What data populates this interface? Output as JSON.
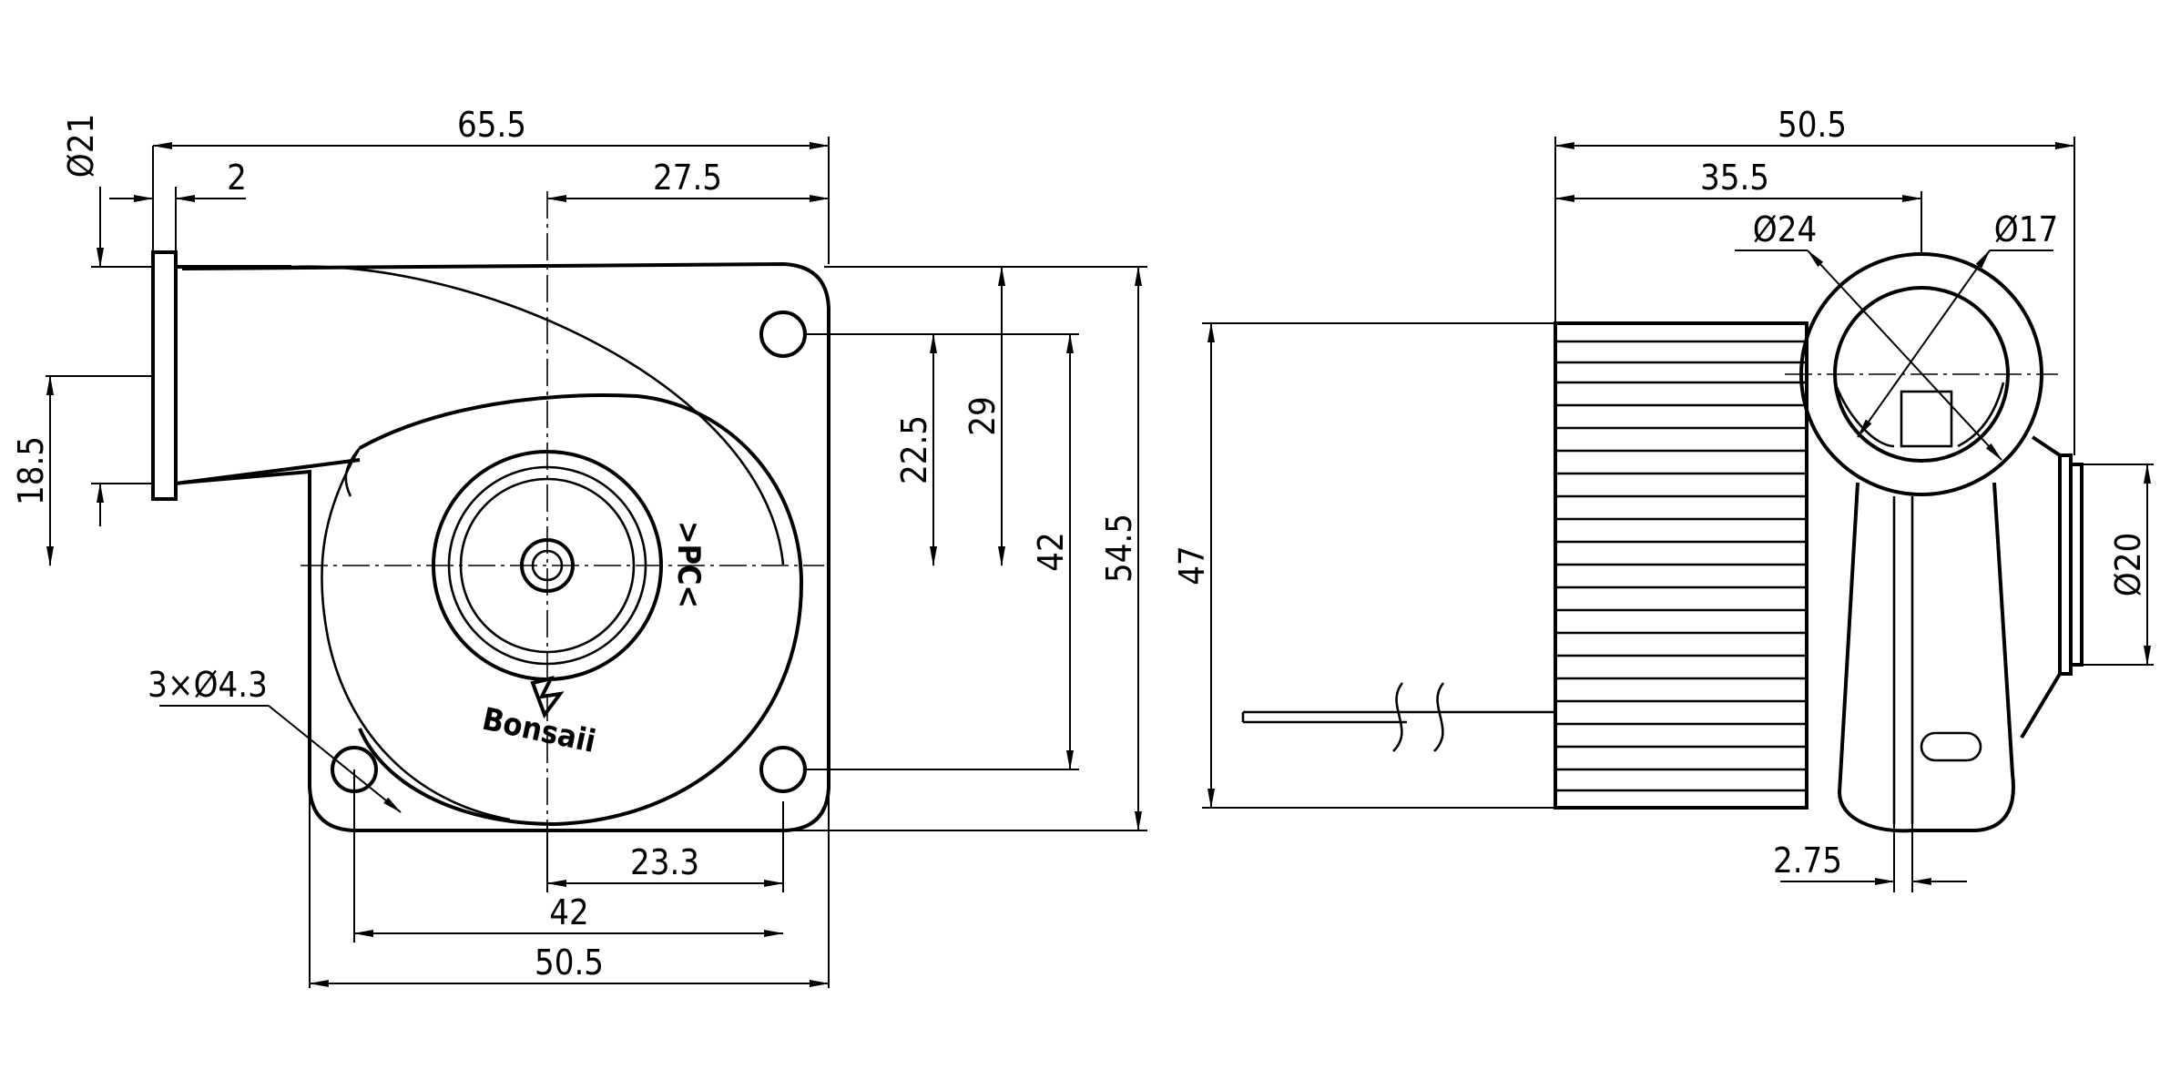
{
  "front_view": {
    "dims": {
      "overall_width": "65.5",
      "flange_thickness": "2",
      "center_to_edge": "27.5",
      "outlet_dia": "Ø21",
      "outlet_height": "18.5",
      "hole_to_center": "22.5",
      "edge_to_center": "29",
      "hole_spacing_v": "42",
      "overall_height": "54.5",
      "holes": "3×Ø4.3",
      "center_to_hole_h": "23.3",
      "hole_spacing_h": "42",
      "body_width": "50.5"
    },
    "label_mark": ">PC<",
    "logo_text": "Bonsaii"
  },
  "side_view": {
    "dims": {
      "overall_length": "50.5",
      "body_length": "35.5",
      "outlet_outer_dia": "Ø24",
      "outlet_inner_dia": "Ø17",
      "body_height": "47",
      "inlet_dia": "Ø20",
      "offset": "2.75"
    }
  }
}
